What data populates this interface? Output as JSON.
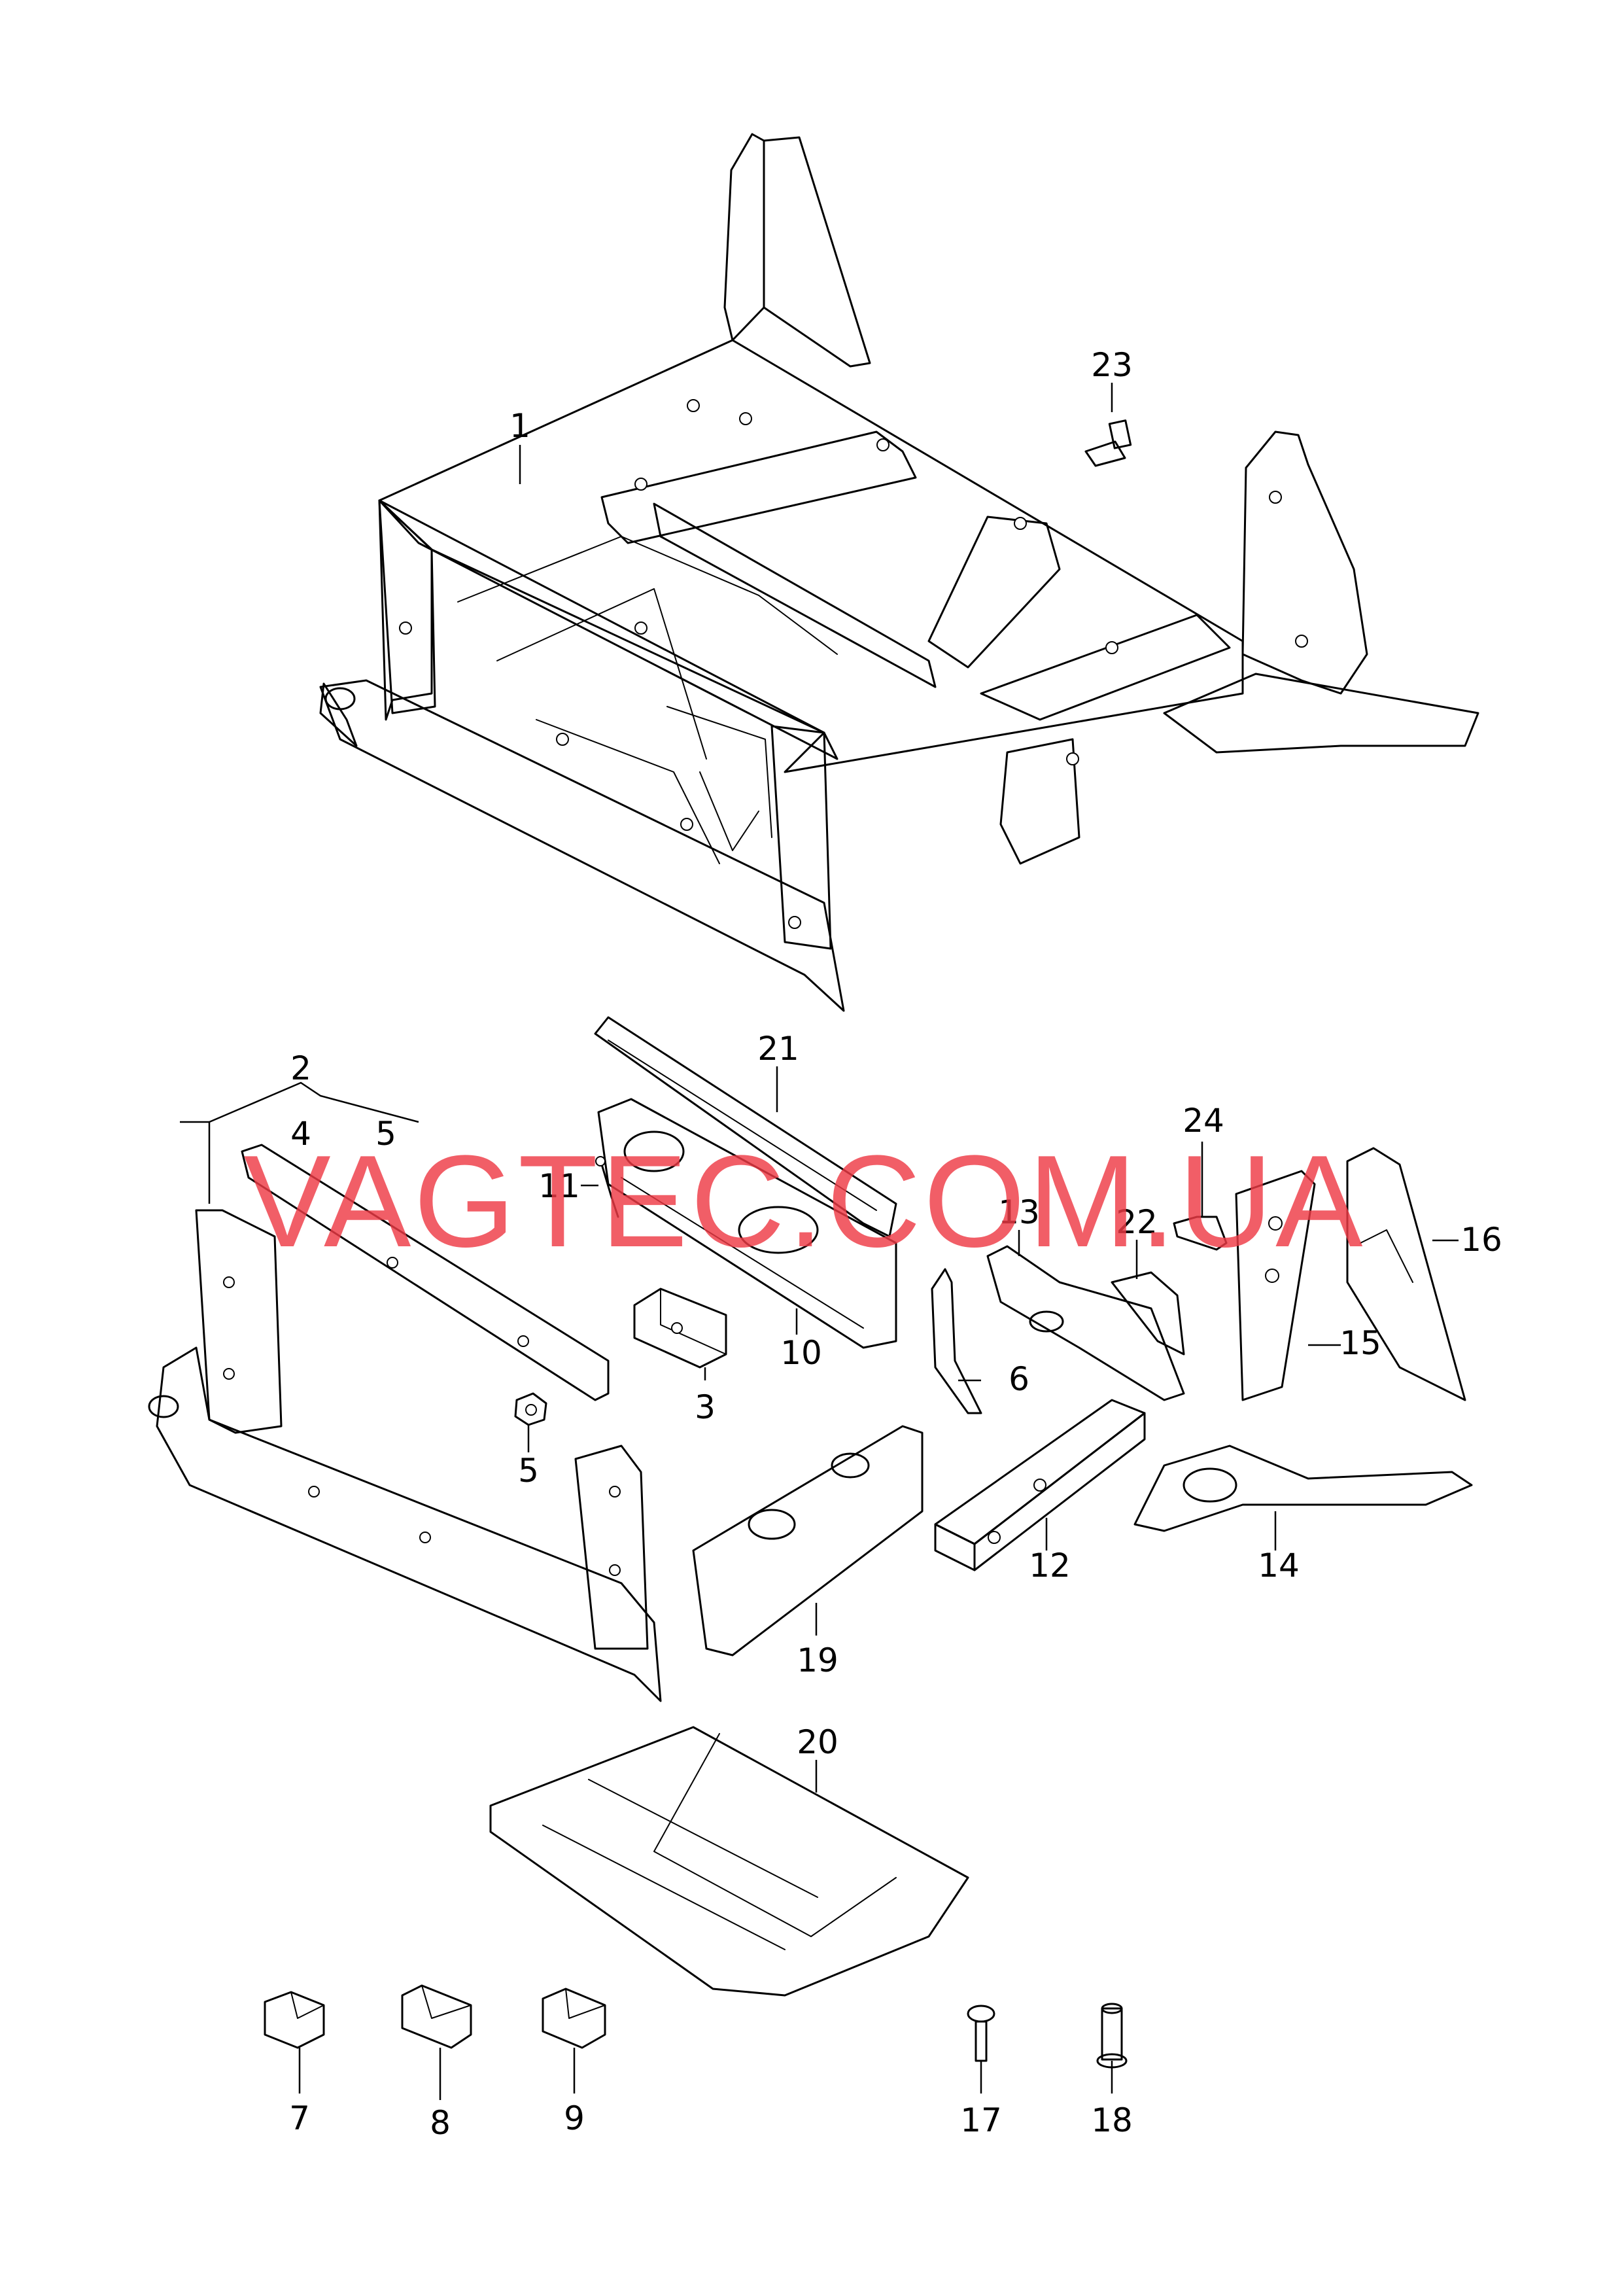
{
  "watermark": "VAGTEC.COM.UA",
  "callouts": {
    "c1": "1",
    "c2": "2",
    "c3": "3",
    "c4": "4",
    "c5a": "5",
    "c5b": "5",
    "c6": "6",
    "c7": "7",
    "c8": "8",
    "c9": "9",
    "c10": "10",
    "c11": "11",
    "c12": "12",
    "c13": "13",
    "c14": "14",
    "c15": "15",
    "c16": "16",
    "c17": "17",
    "c18": "18",
    "c19": "19",
    "c20": "20",
    "c21": "21",
    "c22": "22",
    "c23": "23",
    "c24": "24"
  },
  "colors": {
    "line": "#000000",
    "background": "#ffffff",
    "watermark": "#ee3a46"
  }
}
